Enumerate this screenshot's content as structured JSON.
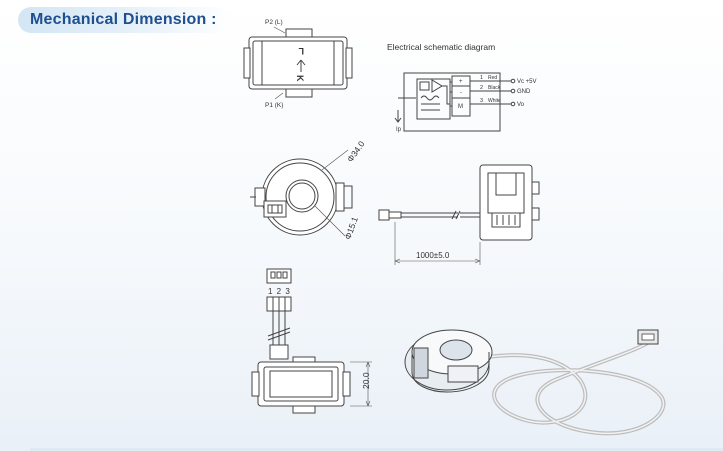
{
  "header": {
    "title": "Mechanical Dimension :"
  },
  "top_view": {
    "p2_label": "P2 (L)",
    "p1_label": "P1 (K)",
    "arrow_top_glyph": "L",
    "arrow_bottom_glyph": "K"
  },
  "schematic": {
    "title": "Electrical schematic diagram",
    "pins": [
      {
        "num": "1",
        "sym": "+",
        "wire": "Red",
        "signal": "Vc +5V"
      },
      {
        "num": "2",
        "sym": "-",
        "wire": "Black",
        "signal": "GND"
      },
      {
        "num": "3",
        "sym": "M",
        "wire": "White",
        "signal": "Vo"
      }
    ],
    "ip_label": "Ip"
  },
  "ring_view": {
    "outer_dim": "Φ34.0",
    "inner_dim": "Φ15.1"
  },
  "cable_view": {
    "length_dim": "1000±5.0"
  },
  "connector_view": {
    "pin_numbers": "1 2 3"
  },
  "side_view": {
    "height_dim": "20.0"
  },
  "colors": {
    "title": "#1f4f8f",
    "banner": "#d3e6f4",
    "line": "#444444",
    "cable": "#c8c8c8"
  }
}
